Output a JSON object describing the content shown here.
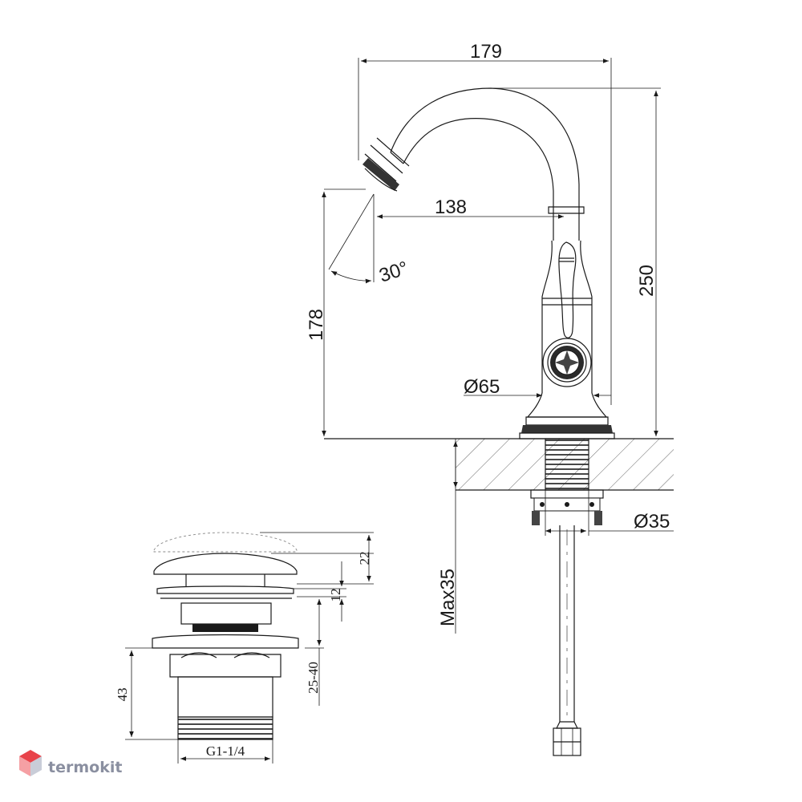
{
  "dimensions": {
    "spout_reach_total": "179",
    "spout_reach_axis": "138",
    "height_total": "250",
    "spout_height": "178",
    "spout_angle": "30°",
    "base_diameter": "Ø65",
    "shank_diameter": "Ø35",
    "max_counter_thickness": "Max35"
  },
  "drain": {
    "cap_lift": "22",
    "cap_height": "12",
    "basin_thickness": "25-40",
    "body_height": "43",
    "thread": "G1-1/4"
  },
  "watermark": {
    "text": "termokit",
    "colors": {
      "top": "#e8434a",
      "left": "#f5a0a4",
      "right": "#c9cdd8"
    }
  },
  "colors": {
    "line": "#1a1a1a",
    "hatch": "#555555"
  }
}
